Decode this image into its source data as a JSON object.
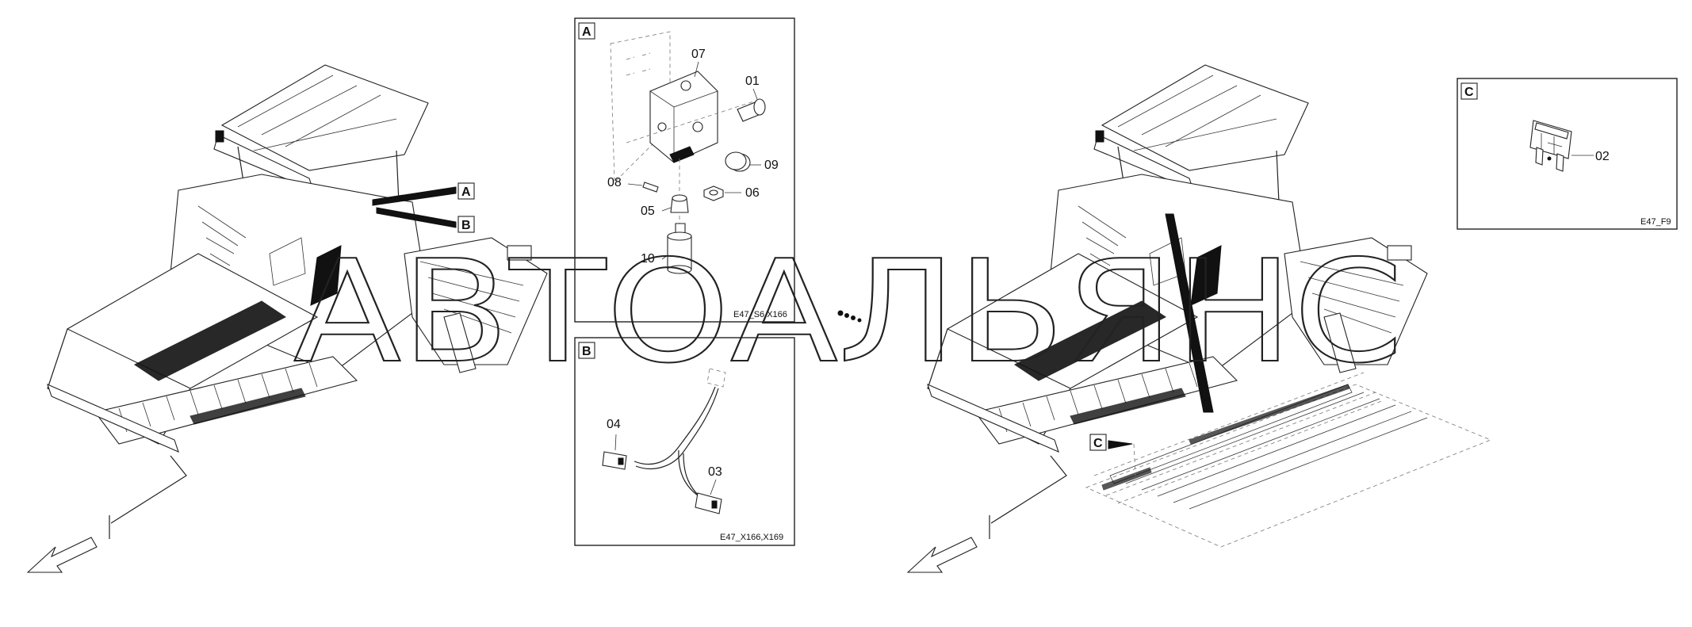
{
  "callouts": {
    "main_a": "A",
    "main_b": "B",
    "main_c": "C"
  },
  "detail_a": {
    "tag": "A",
    "caption": "E47_S6,X166",
    "parts": [
      "07",
      "01",
      "09",
      "08",
      "06",
      "05",
      "10"
    ]
  },
  "detail_b": {
    "tag": "B",
    "caption": "E47_X166,X169",
    "parts": [
      "04",
      "03"
    ]
  },
  "detail_c": {
    "tag": "C",
    "caption": "E47_F9",
    "parts": [
      "02"
    ]
  },
  "watermark": "АВТОАЛЬЯНС"
}
